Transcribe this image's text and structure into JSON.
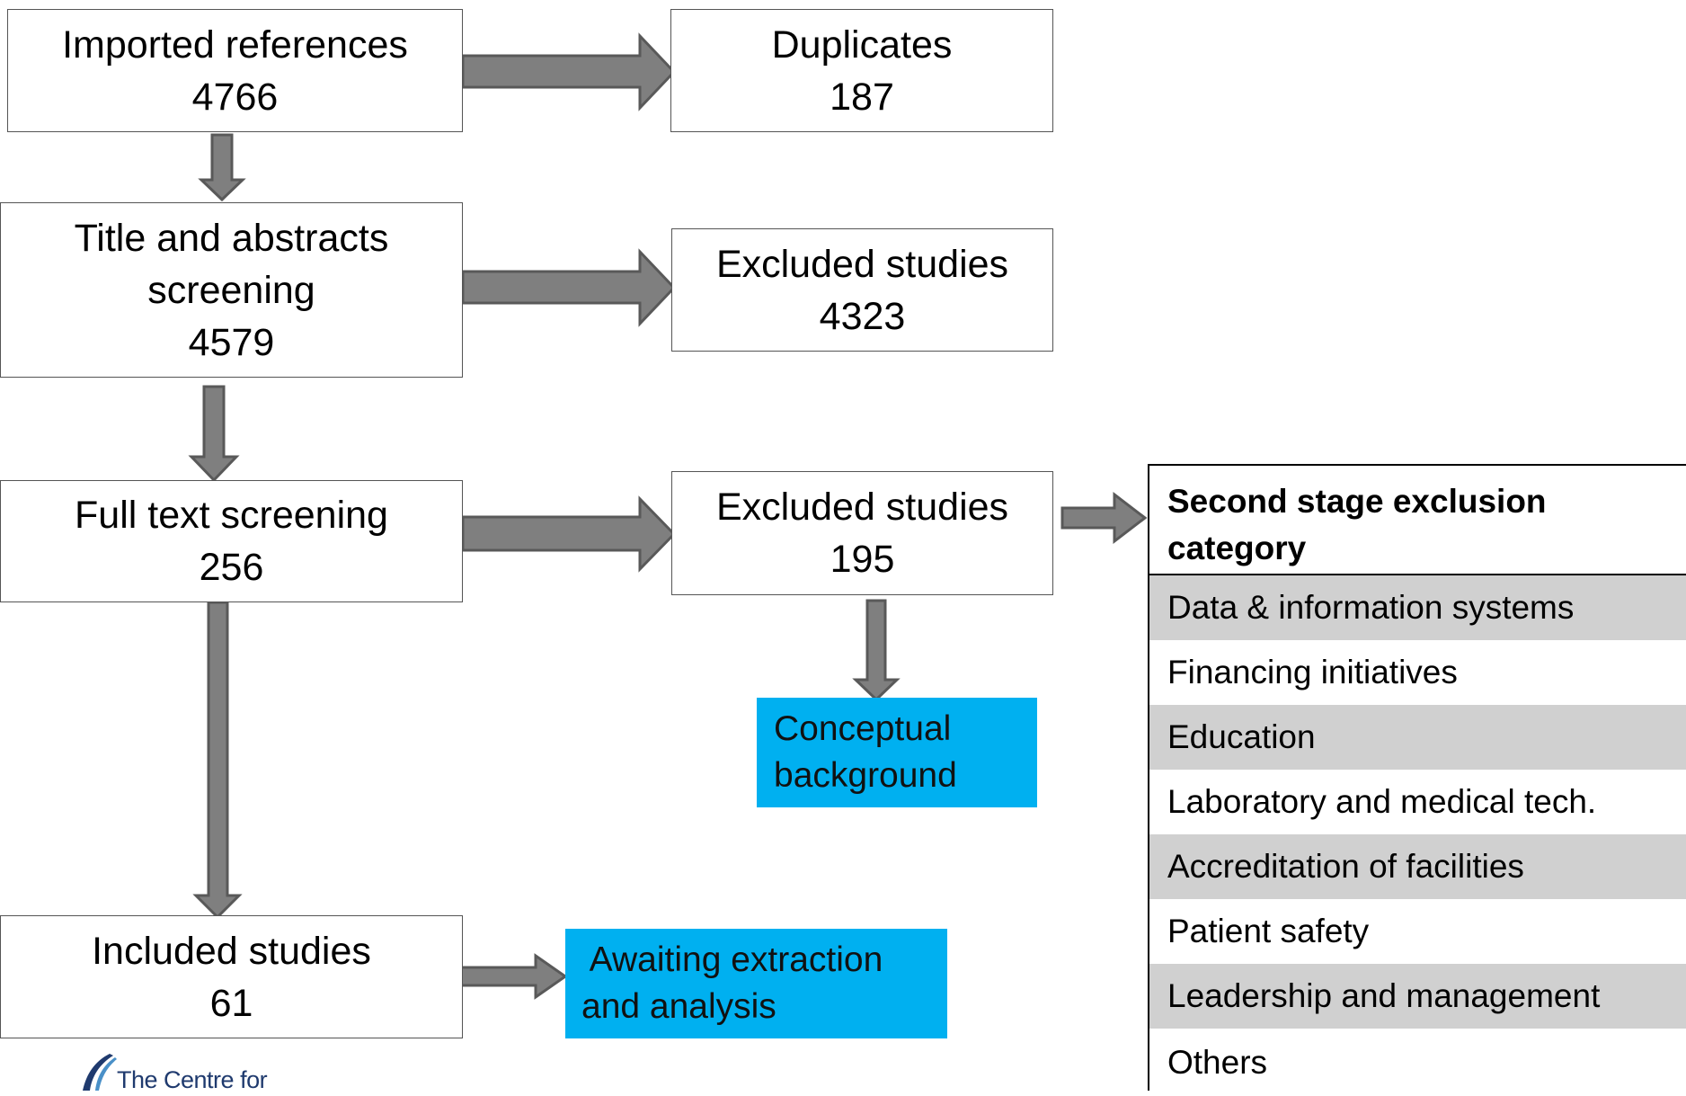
{
  "flow": {
    "imported": {
      "label": "Imported references",
      "count": "4766"
    },
    "duplicates": {
      "label": "Duplicates",
      "count": "187"
    },
    "title_abstract": {
      "label_line1": "Title and abstracts",
      "label_line2": "screening",
      "count": "4579"
    },
    "excluded_1": {
      "label": "Excluded studies",
      "count": "4323"
    },
    "full_text": {
      "label": "Full text screening",
      "count": "256"
    },
    "excluded_2": {
      "label": "Excluded studies",
      "count": "195"
    },
    "included": {
      "label": "Included studies",
      "count": "61"
    }
  },
  "callouts": {
    "conceptual": {
      "line1": "Conceptual",
      "line2": "background"
    },
    "awaiting": {
      "line1": " Awaiting extraction",
      "line2": "and analysis"
    }
  },
  "exclusion_table": {
    "header_line1": "Second stage exclusion",
    "header_line2": "category",
    "rows": [
      "Data & information systems",
      "Financing initiatives",
      "Education",
      "Laboratory and medical tech.",
      "Accreditation of facilities",
      "Patient safety",
      "Leadership and management",
      "Others"
    ]
  },
  "logo": {
    "text": "The Centre for"
  },
  "colors": {
    "callout": "#00b0f0",
    "arrow_fill": "#7f7f7f",
    "table_shade": "#d0d0d0"
  }
}
